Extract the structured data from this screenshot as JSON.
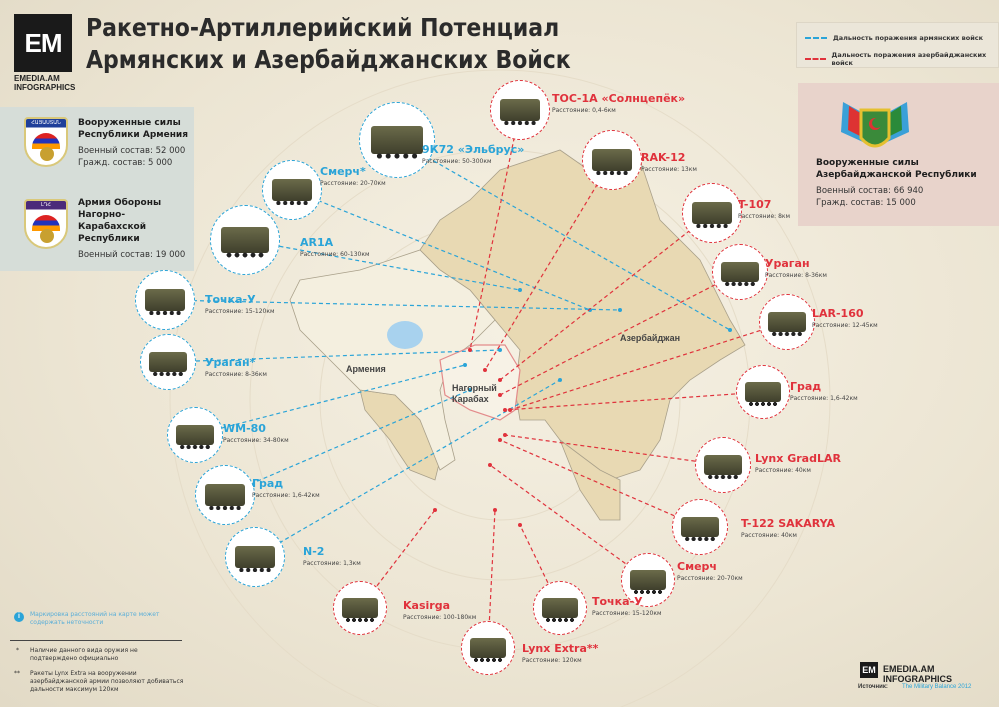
{
  "header": {
    "logo": "EM",
    "logo_sub": "EMEDIA.AM INFOGRAPHICS",
    "title_line1": "Ракетно-Артиллерийский Потенциал",
    "title_line2": "Армянских и Азербайджанских Войск"
  },
  "legend": {
    "armenian": "Дальность поражения армянских войск",
    "azerbaijani": "Дальность поражения азербайджанских войск",
    "armenian_color": "#2aa4d8",
    "azerbaijani_color": "#e0323c"
  },
  "armenia_forces": [
    {
      "emblem_text": "ՀԱՅԱՍՏԱՆ",
      "name": "Вооруженные силы Республики Армения",
      "military": "Военный состав: 52 000",
      "civil": "Гражд. состав: 5 000"
    },
    {
      "emblem_text": "ԼՂՀ",
      "name": "Армия Обороны Нагорно-Карабахской Республики",
      "military": "Военный состав: 19 000"
    }
  ],
  "azerbaijan_forces": {
    "name": "Вооруженные силы Азербайджанской Республики",
    "military": "Военный состав: 66 940",
    "civil": "Гражд. состав: 15 000"
  },
  "map_labels": {
    "armenia": "Армения",
    "karabakh": "Нагорный Карабах",
    "azerbaijan": "Азербайджан"
  },
  "armenian_weapons": [
    {
      "name": "9К72 «Эльбрус»",
      "distance": "Расстояние: 50-300км"
    },
    {
      "name": "Смерч*",
      "distance": "Расстояние: 20-70км"
    },
    {
      "name": "AR1A",
      "distance": "Расстояние: 60-130км"
    },
    {
      "name": "Точка-У",
      "distance": "Расстояние: 15-120км"
    },
    {
      "name": "Ураган*",
      "distance": "Расстояние: 8-36км"
    },
    {
      "name": "WM-80",
      "distance": "Расстояние: 34-80км"
    },
    {
      "name": "Град",
      "distance": "Расстояние: 1,6-42км"
    },
    {
      "name": "N-2",
      "distance": "Расстояние: 1,3км"
    }
  ],
  "azerbaijani_weapons": [
    {
      "name": "ТОС-1А «Солнцепёк»",
      "distance": "Расстояние: 0,4-6км"
    },
    {
      "name": "RAK-12",
      "distance": "Расстояние: 13км"
    },
    {
      "name": "T-107",
      "distance": "Расстояние: 8км"
    },
    {
      "name": "Ураган",
      "distance": "Расстояние: 8-36км"
    },
    {
      "name": "LAR-160",
      "distance": "Расстояние: 12-45км"
    },
    {
      "name": "Град",
      "distance": "Расстояние: 1,6-42км"
    },
    {
      "name": "Lynx GradLAR",
      "distance": "Расстояние: 40км"
    },
    {
      "name": "T-122 SAKARYA",
      "distance": "Расстояние: 40км"
    },
    {
      "name": "Смерч",
      "distance": "Расстояние: 20-70км"
    },
    {
      "name": "Точка-У",
      "distance": "Расстояние: 15-120км"
    },
    {
      "name": "Lynx Extra**",
      "distance": "Расстояние: 120км"
    },
    {
      "name": "Kasirga",
      "distance": "Расстояние: 100-180км"
    }
  ],
  "notes": {
    "info_icon": "i",
    "info": "Маркировка расстояний на карте может содержать неточности",
    "star1_mark": "*",
    "star1": "Наличие данного вида оружия не подтверждено официально",
    "star2_mark": "**",
    "star2": "Ракеты Lynx Extra на вооружении азербайджанской армии позволяют добиваться дальности максимум 120км"
  },
  "footer": {
    "logo": "EM",
    "brand": "EMEDIA.AM INFOGRAPHICS",
    "source_label": "Источник:",
    "source": "The Military Balance 2012"
  }
}
